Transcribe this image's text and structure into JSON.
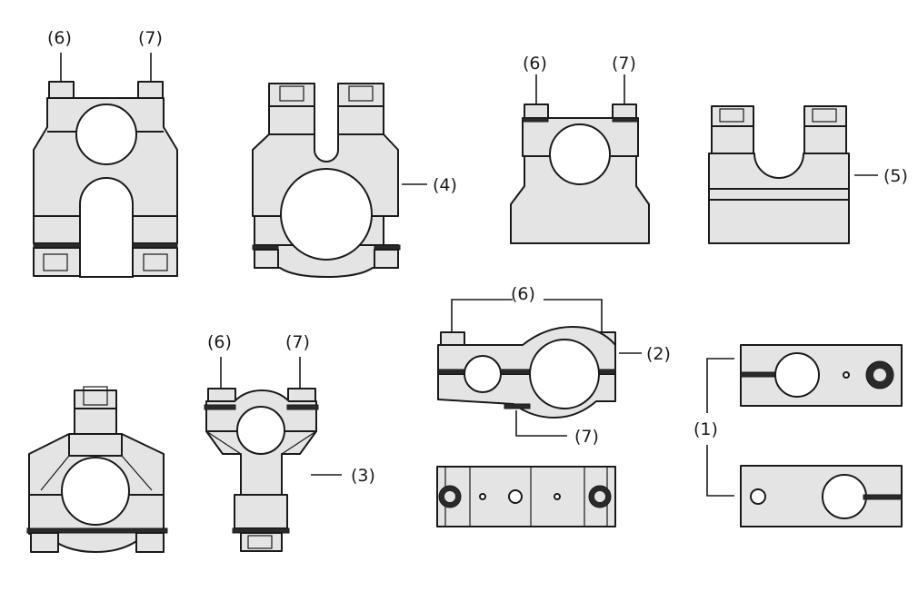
{
  "labels": {
    "clamp_top_left": {
      "left": "(6)",
      "right": "(7)"
    },
    "clamp_open_bottom": {
      "callout": "(4)"
    },
    "clamp_small_right": {
      "left": "(6)",
      "right": "(7)"
    },
    "slot_block": {
      "callout": "(5)"
    },
    "dual_clamp": {
      "top": "(6)",
      "side": "(2)",
      "bottom": "(7)"
    },
    "angled_clamp": {
      "left": "(6)",
      "right": "(7)",
      "callout": "(3)"
    },
    "flat_clamps": {
      "callout": "(1)"
    }
  }
}
